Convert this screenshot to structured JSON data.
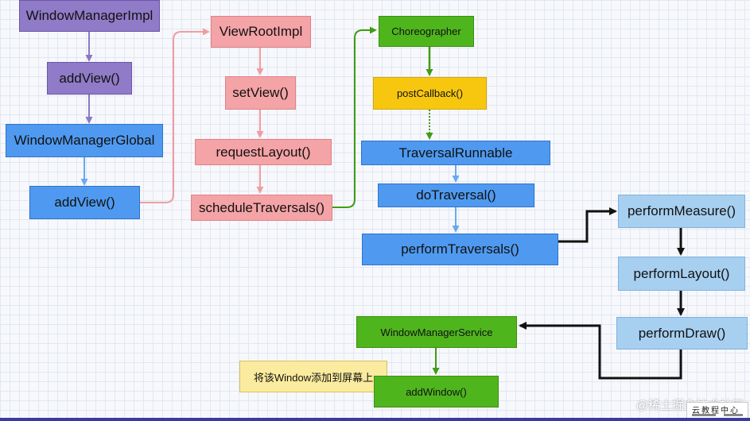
{
  "nodes": {
    "window_manager_impl": "WindowManagerImpl",
    "add_view_1": "addView()",
    "window_manager_global": "WindowManagerGlobal",
    "add_view_2": "addView()",
    "view_root_impl": "ViewRootImpl",
    "set_view": "setView()",
    "request_layout": "requestLayout()",
    "schedule_traversals": "scheduleTraversals()",
    "choreographer": "Choreographer",
    "post_callback": "postCallback()",
    "traversal_runnable": "TraversalRunnable",
    "do_traversal": "doTraversal()",
    "perform_traversals": "performTraversals()",
    "perform_measure": "performMeasure()",
    "perform_layout": "performLayout()",
    "perform_draw": "performDraw()",
    "window_manager_service": "WindowManagerService",
    "add_window": "addWindow()",
    "note": "将该Window添加到屏幕上"
  },
  "colors": {
    "purple": "#8f7bc7",
    "blue": "#4f9af0",
    "pink": "#f4a3a6",
    "green": "#4fb51d",
    "yellow": "#f7c710",
    "light_blue": "#a7cff0",
    "note_yellow": "#fbeb9e",
    "arrow_purple": "#8a78c4",
    "arrow_blue": "#6aa8ee",
    "arrow_pink": "#f09da0",
    "arrow_green": "#3f9d13",
    "arrow_black": "#111111"
  },
  "edges": [
    {
      "from": "WindowManagerImpl",
      "to": "addView()",
      "style": "purple"
    },
    {
      "from": "addView()",
      "to": "WindowManagerGlobal",
      "style": "purple"
    },
    {
      "from": "WindowManagerGlobal",
      "to": "addView()",
      "style": "blue"
    },
    {
      "from": "addView()",
      "to": "ViewRootImpl",
      "style": "pink"
    },
    {
      "from": "ViewRootImpl",
      "to": "setView()",
      "style": "pink"
    },
    {
      "from": "setView()",
      "to": "requestLayout()",
      "style": "pink"
    },
    {
      "from": "requestLayout()",
      "to": "scheduleTraversals()",
      "style": "pink"
    },
    {
      "from": "scheduleTraversals()",
      "to": "Choreographer",
      "style": "green"
    },
    {
      "from": "Choreographer",
      "to": "postCallback()",
      "style": "green"
    },
    {
      "from": "postCallback()",
      "to": "TraversalRunnable",
      "style": "green-dotted"
    },
    {
      "from": "TraversalRunnable",
      "to": "doTraversal()",
      "style": "blue"
    },
    {
      "from": "doTraversal()",
      "to": "performTraversals()",
      "style": "blue"
    },
    {
      "from": "performTraversals()",
      "to": "performMeasure()",
      "style": "black"
    },
    {
      "from": "performMeasure()",
      "to": "performLayout()",
      "style": "black"
    },
    {
      "from": "performLayout()",
      "to": "performDraw()",
      "style": "black"
    },
    {
      "from": "performDraw()",
      "to": "WindowManagerService",
      "style": "black"
    },
    {
      "from": "WindowManagerService",
      "to": "addWindow()",
      "style": "green"
    }
  ],
  "watermark": "@稀土掘金技术社区",
  "corner_badge": "云教程中心"
}
